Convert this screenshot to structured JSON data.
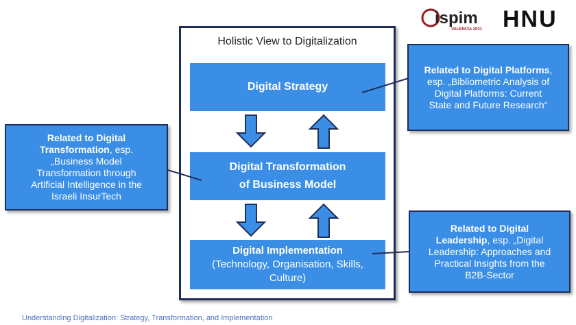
{
  "title": "Holistic View to Digitalization",
  "boxes": {
    "strategy": "Digital Strategy",
    "transformation_line1": "Digital Transformation",
    "transformation_line2": "of Business Model",
    "implementation_line1": "Digital Implementation",
    "implementation_line2": "(Technology, Organisation, Skills,",
    "implementation_line3": "Culture)"
  },
  "side_left": {
    "bold1": "Related to Digital",
    "bold2": "Transformation",
    "rest1": ", esp.",
    "line3": "„Business Model",
    "line4": "Transformation through",
    "line5": "Artificial Intelligence in the",
    "line6": "Israeli InsurTech"
  },
  "side_right_top": {
    "bold": "Related to Digital Platforms",
    "rest1": ",",
    "line2": "esp. „Bibliometric Analysis of",
    "line3": "Digital Platforms: Current",
    "line4": "State and Future Research“"
  },
  "side_right_bottom": {
    "bold1": "Related to Digital",
    "bold2": "Leadership",
    "rest2": ", esp. „Digital",
    "line3": "Leadership: Approaches and",
    "line4": "Practical Insights from the",
    "line5": "B2B-Sector"
  },
  "logos": {
    "ispim": "ispim",
    "ispim_sub": "VALENCIA 2021",
    "hnu": "HNU"
  },
  "footer": "Understanding Digitalization: Strategy, Transformation,  and Implementation",
  "colors": {
    "box_blue": "#3a8ee6",
    "border_navy": "#1f2d5a",
    "footer_blue": "#4a73c4"
  }
}
